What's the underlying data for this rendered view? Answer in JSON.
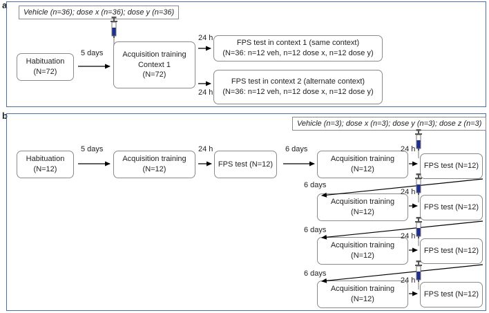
{
  "panel_a": {
    "letter": "a",
    "legend": "Vehicle (n=36); dose x (n=36); dose y (n=36)",
    "habituation": {
      "title": "Habituation",
      "count": "(N=72)"
    },
    "interval_days": "5 days",
    "acquisition": {
      "title": "Acquisition training",
      "context": "Context 1",
      "count": "(N=72)"
    },
    "interval_hours_1": "24 h",
    "interval_hours_2": "24 h",
    "test_1": {
      "title": "FPS test in context 1 (same context)",
      "detail": "(N=36: n=12 veh, n=12  dose x, n=12 dose y)"
    },
    "test_2": {
      "title": "FPS test in context 2 (alternate context)",
      "detail": "(N=36: n=12 veh, n=12  dose x, n=12 dose y)"
    }
  },
  "panel_b": {
    "letter": "b",
    "legend": "Vehicle (n=3); dose x (n=3); dose y (n=3); dose z (n=3)",
    "habituation": {
      "title": "Habituation",
      "count": "(N=12)"
    },
    "interval_days_1": "5 days",
    "acquisition_1": {
      "title": "Acquisition training",
      "count": "(N=12)"
    },
    "interval_hours_1": "24 h",
    "test_1": {
      "title": "FPS test (N=12)"
    },
    "interval_days_2": "6 days",
    "rounds": [
      {
        "acq_title": "Acquisition training",
        "acq_count": "(N=12)",
        "hours": "24 h",
        "test": "FPS test (N=12)",
        "days_before": ""
      },
      {
        "acq_title": "Acquisition training",
        "acq_count": "(N=12)",
        "hours": "24 h",
        "test": "FPS test (N=12)",
        "days_before": "6 days"
      },
      {
        "acq_title": "Acquisition training",
        "acq_count": "(N=12)",
        "hours": "24 h",
        "test": "FPS test (N=12)",
        "days_before": "6 days"
      },
      {
        "acq_title": "Acquisition training",
        "acq_count": "(N=12)",
        "hours": "24 h",
        "test": "FPS test (N=12)",
        "days_before": "6 days"
      }
    ]
  },
  "colors": {
    "panel_border": "#4a6fa5",
    "syringe_fill": "#1f2f8f",
    "arrow": "#000000"
  },
  "icons": {
    "injection": "syringe-icon"
  }
}
